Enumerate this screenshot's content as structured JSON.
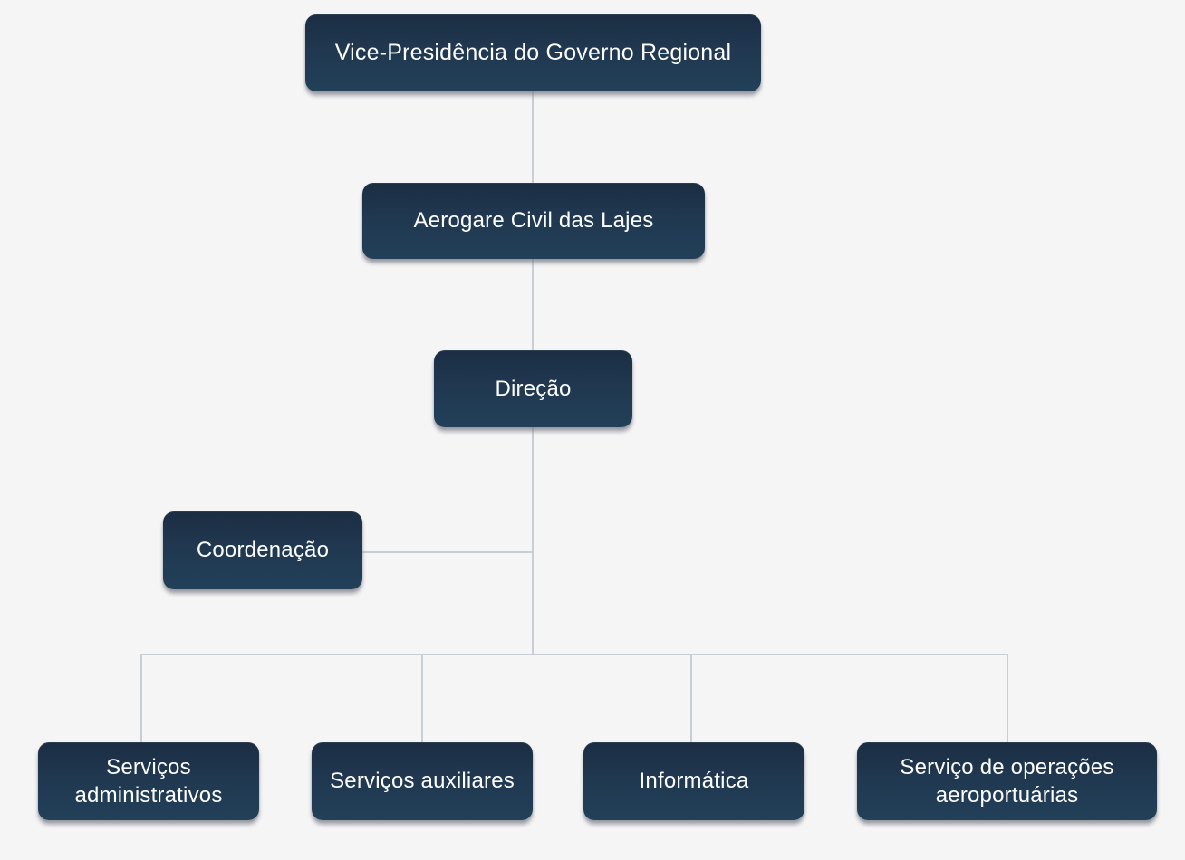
{
  "page": {
    "background_color": "#f5f5f6",
    "node_fill_color": "#1f3850",
    "node_text_color": "#fdfdfe",
    "connector_color": "#c9cdd4"
  },
  "org_chart": {
    "type": "org-tree",
    "nodes": [
      {
        "id": "vice-presidencia",
        "label": "Vice-Presidência do Governo Regional",
        "level": 1,
        "parent": null
      },
      {
        "id": "aerogare-civil-das-lajes",
        "label": "Aerogare Civil das Lajes",
        "level": 2,
        "parent": "vice-presidencia"
      },
      {
        "id": "direcao",
        "label": "Direção",
        "level": 3,
        "parent": "aerogare-civil-das-lajes"
      },
      {
        "id": "coordenacao",
        "label": "Coordenação",
        "level": 4,
        "parent": "direcao"
      },
      {
        "id": "servicos-administrativos",
        "label": "Serviços administrativos",
        "level": 5,
        "parent": "direcao"
      },
      {
        "id": "servicos-auxiliares",
        "label": "Serviços auxiliares",
        "level": 5,
        "parent": "direcao"
      },
      {
        "id": "informatica",
        "label": "Informática",
        "level": 5,
        "parent": "direcao"
      },
      {
        "id": "servico-operacoes-aeroportuarias",
        "label": "Serviço de operações aeroportuárias",
        "level": 5,
        "parent": "direcao"
      }
    ]
  }
}
